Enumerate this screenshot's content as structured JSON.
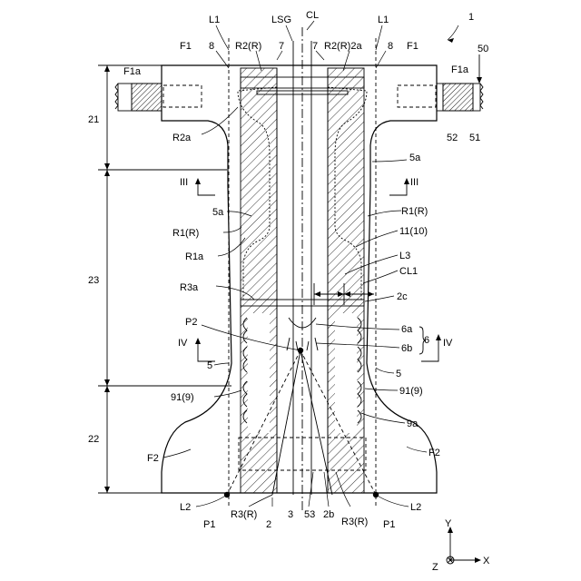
{
  "figure_number": "1",
  "labels": {
    "L1_left": "L1",
    "L1_right": "L1",
    "LSG": "LSG",
    "CL": "CL",
    "n8_left": "8",
    "n8_right": "8",
    "R2R_left": "R2(R)",
    "R2R_right": "R2(R)2a",
    "n7_left": "7",
    "n7_right": "7",
    "F1_left": "F1",
    "F1_right": "F1",
    "F1a_left": "F1a",
    "F1a_right": "F1a",
    "n50": "50",
    "n21": "21",
    "R2a": "R2a",
    "n52": "52",
    "n51": "51",
    "n5a_right": "5a",
    "III_left": "III",
    "III_right": "III",
    "n5a_left": "5a",
    "R1R_left": "R1(R)",
    "R1R_right": "R1(R)",
    "n11_10": "11(10)",
    "R1a": "R1a",
    "L3": "L3",
    "n23": "23",
    "CL1": "CL1",
    "R3a": "R3a",
    "n2c": "2c",
    "P2": "P2",
    "n6a": "6a",
    "n6": "6",
    "n6b": "6b",
    "IV_left": "IV",
    "IV_right": "IV",
    "n5_left": "5",
    "n5_right": "5",
    "n91_9_left": "91(9)",
    "n91_9_right": "91(9)",
    "n9a": "9a",
    "n22": "22",
    "F2_left": "F2",
    "F2_right": "F2",
    "L2_left": "L2",
    "L2_right": "L2",
    "P1_left": "P1",
    "P1_right": "P1",
    "R3R_left": "R3(R)",
    "n2": "2",
    "n3": "3",
    "n53": "53",
    "n2b": "2b",
    "R3R_right": "R3(R)",
    "axis_y": "Y",
    "axis_z": "Z",
    "axis_x": "X"
  }
}
